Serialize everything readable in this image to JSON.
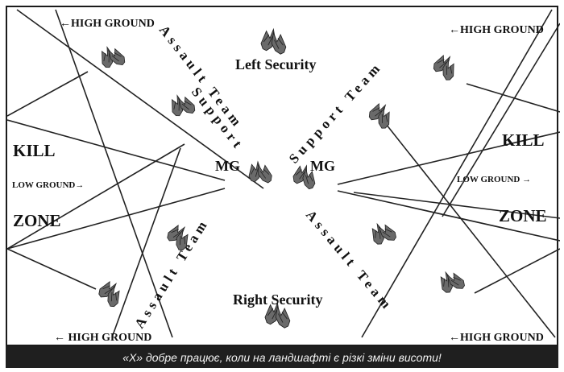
{
  "colors": {
    "ink": "#111111",
    "caption_bg": "#1f1f1f",
    "caption_text": "#f3f3f3"
  },
  "labels": {
    "high_ground_tl": "←HIGH GROUND",
    "high_ground_tr": "←HIGH GROUND",
    "high_ground_bl": "← HIGH GROUND",
    "high_ground_br": "←HIGH GROUND",
    "left_security": "Left Security",
    "right_security": "Right Security",
    "kill_left": "KILL",
    "kill_right": "KILL",
    "zone_left": "ZONE",
    "zone_right": "ZONE",
    "low_ground_left": "LOW GROUND→",
    "low_ground_right": "LOW GROUND →",
    "mg_left": "MG",
    "mg_right": "MG"
  },
  "team_labels": {
    "assault_team_top": "Assault Team",
    "support_team_left": "Support",
    "support_team_right": "Support Team",
    "assault_team_bottom_left": "Assault Team",
    "assault_team_bottom_right": "Assault Team",
    "team_bottom_right": "Team"
  },
  "caption": "«Х» добре працює, коли на ландшафті є різкі зміни висоти!"
}
